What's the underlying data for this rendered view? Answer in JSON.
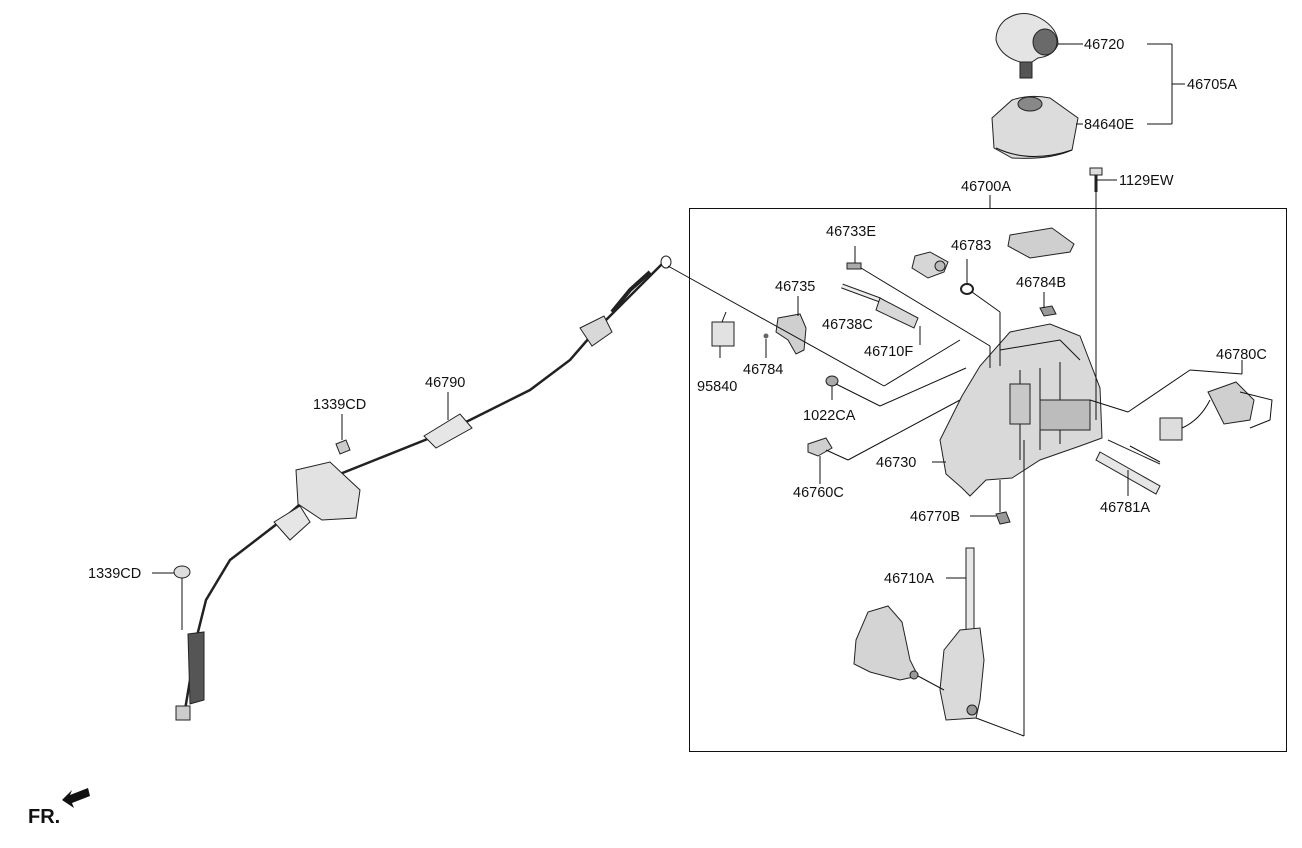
{
  "labels": {
    "p46720": "46720",
    "p46705A": "46705A",
    "p84640E": "84640E",
    "p1129EW": "1129EW",
    "p46700A": "46700A",
    "p46733E": "46733E",
    "p46783": "46783",
    "p46784B": "46784B",
    "p46735": "46735",
    "p46738C": "46738C",
    "p46710F": "46710F",
    "p95840": "95840",
    "p46784": "46784",
    "p1022CA": "1022CA",
    "p46780C": "46780C",
    "p46730": "46730",
    "p46760C": "46760C",
    "p46781A": "46781A",
    "p46770B": "46770B",
    "p46710A": "46710A",
    "p46790": "46790",
    "p1339CD_a": "1339CD",
    "p1339CD_b": "1339CD"
  },
  "front_marker": "FR."
}
